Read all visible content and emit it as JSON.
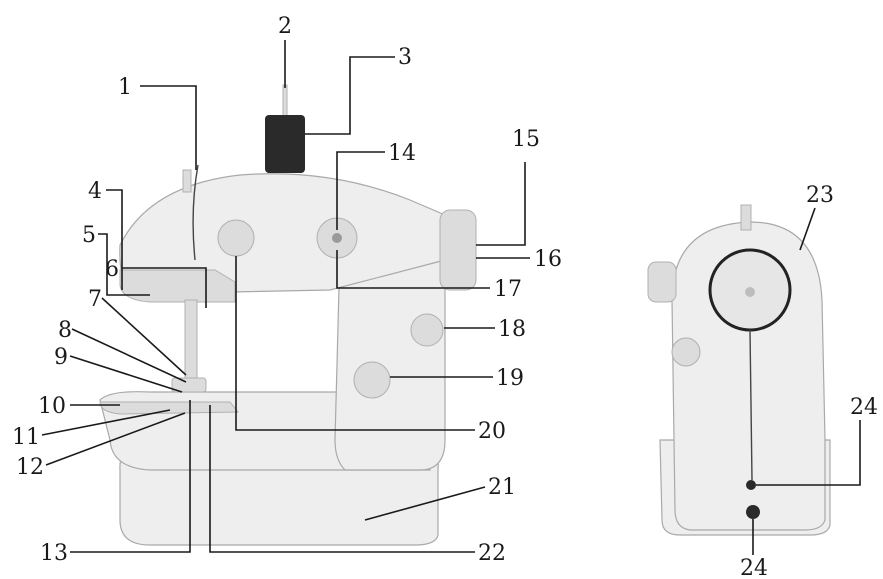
{
  "colors": {
    "machine_body": "#eeeeee",
    "outline": "#a9a9a9",
    "labels": "#1a1a1a"
  },
  "callouts": [
    "1",
    "2",
    "3",
    "4",
    "5",
    "6",
    "7",
    "8",
    "9",
    "10",
    "11",
    "12",
    "13",
    "14",
    "15",
    "16",
    "17",
    "18",
    "19",
    "20",
    "21",
    "22",
    "23",
    "24",
    "24"
  ]
}
